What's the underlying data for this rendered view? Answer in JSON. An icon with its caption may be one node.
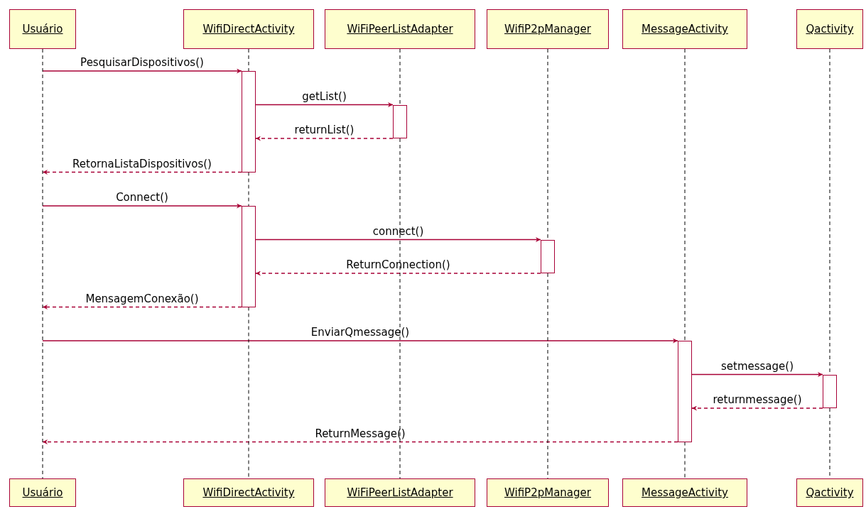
{
  "diagram": {
    "nodes": [
      {
        "text": [
          "Usuário"
        ]
      },
      {
        "text": [
          "WifiDirectActivity"
        ]
      },
      {
        "text": [
          "WiFiPeerListAdapter"
        ]
      },
      {
        "text": [
          "WifiP2pManager"
        ]
      },
      {
        "text": [
          "MessageActivity"
        ]
      },
      {
        "text": [
          "Qactivity"
        ]
      },
      {
        "text": [],
        "shape": "bar"
      },
      {
        "text": [],
        "shape": "bar"
      },
      {
        "text": [],
        "shape": "bar"
      },
      {
        "text": [],
        "shape": "bar"
      },
      {
        "text": [],
        "shape": "bar"
      },
      {
        "text": [],
        "shape": "bar"
      },
      {
        "text": [
          "Usuário"
        ]
      },
      {
        "text": [
          "WifiDirectActivity"
        ]
      },
      {
        "text": [
          "WiFiPeerListAdapter"
        ]
      },
      {
        "text": [
          "WifiP2pManager"
        ]
      },
      {
        "text": [
          "MessageActivity"
        ]
      },
      {
        "text": [
          "Qactivity"
        ]
      }
    ],
    "edges": [
      {
        "from": null,
        "to": 6,
        "arrow": "to",
        "label": "PesquisarDispositivos()"
      },
      {
        "from": 6,
        "to": 7,
        "arrow": "to",
        "label": "getList()"
      },
      {
        "from": 7,
        "to": 6,
        "arrow": "to",
        "label": "returnList()",
        "style": "dashed"
      },
      {
        "from": 6,
        "to": null,
        "arrow": "to",
        "label": "RetornaListaDispositivos()",
        "style": "dashed"
      },
      {
        "from": null,
        "to": 8,
        "arrow": "to",
        "label": "Connect()"
      },
      {
        "from": 8,
        "to": 9,
        "arrow": "to",
        "label": "connect()"
      },
      {
        "from": 9,
        "to": 8,
        "arrow": "to",
        "label": "ReturnConnection()",
        "style": "dashed"
      },
      {
        "from": 8,
        "to": null,
        "arrow": "to",
        "label": "MensagemConexão()",
        "style": "dashed"
      },
      {
        "from": null,
        "to": 10,
        "arrow": "to",
        "label": "EnviarQmessage()"
      },
      {
        "from": 10,
        "to": 11,
        "arrow": "to",
        "label": "setmessage()"
      },
      {
        "from": 11,
        "to": 10,
        "arrow": "to",
        "label": "returnmessage()",
        "style": "dashed"
      },
      {
        "from": 10,
        "to": null,
        "arrow": "to",
        "label": "ReturnMessage()",
        "style": "dashed"
      },
      {
        "from": 0,
        "to": 12,
        "arrow": "none",
        "style": "dashed",
        "color": "#000000"
      },
      {
        "from": 1,
        "to": 6,
        "arrow": "none",
        "style": "dashed",
        "color": "#000000"
      },
      {
        "from": 6,
        "to": 8,
        "arrow": "none",
        "style": "dashed",
        "color": "#000000"
      },
      {
        "from": 8,
        "to": 13,
        "arrow": "none",
        "style": "dashed",
        "color": "#000000"
      },
      {
        "from": 2,
        "to": 7,
        "arrow": "none",
        "style": "dashed",
        "color": "#000000"
      },
      {
        "from": 7,
        "to": 14,
        "arrow": "none",
        "style": "dashed",
        "color": "#000000"
      },
      {
        "from": 3,
        "to": 9,
        "arrow": "none",
        "style": "dashed",
        "color": "#000000"
      },
      {
        "from": 9,
        "to": 15,
        "arrow": "none",
        "style": "dashed",
        "color": "#000000"
      },
      {
        "from": 4,
        "to": 10,
        "arrow": "none",
        "style": "dashed",
        "color": "#000000"
      },
      {
        "from": 10,
        "to": 16,
        "arrow": "none",
        "style": "dashed",
        "color": "#000000"
      },
      {
        "from": 5,
        "to": 11,
        "arrow": "none",
        "style": "dashed",
        "color": "#000000"
      },
      {
        "from": 11,
        "to": 17,
        "arrow": "none",
        "style": "dashed",
        "color": "#000000"
      }
    ]
  }
}
